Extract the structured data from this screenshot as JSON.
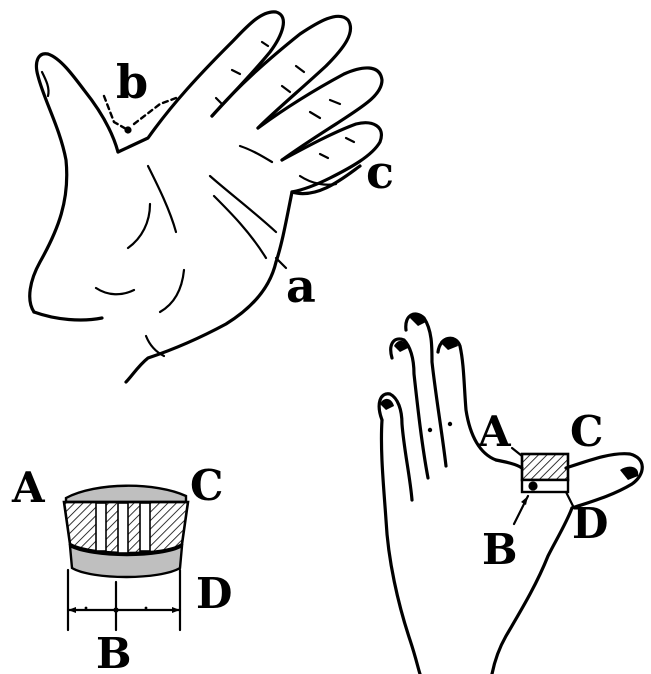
{
  "figure": {
    "hand_top": {
      "labels": {
        "a": "a",
        "b": "b",
        "c": "c"
      }
    },
    "section_detail": {
      "labels": {
        "A": "A",
        "B": "B",
        "C": "C",
        "D": "D"
      }
    },
    "hand_right": {
      "labels": {
        "A": "A",
        "B": "B",
        "C": "C",
        "D": "D"
      }
    }
  }
}
